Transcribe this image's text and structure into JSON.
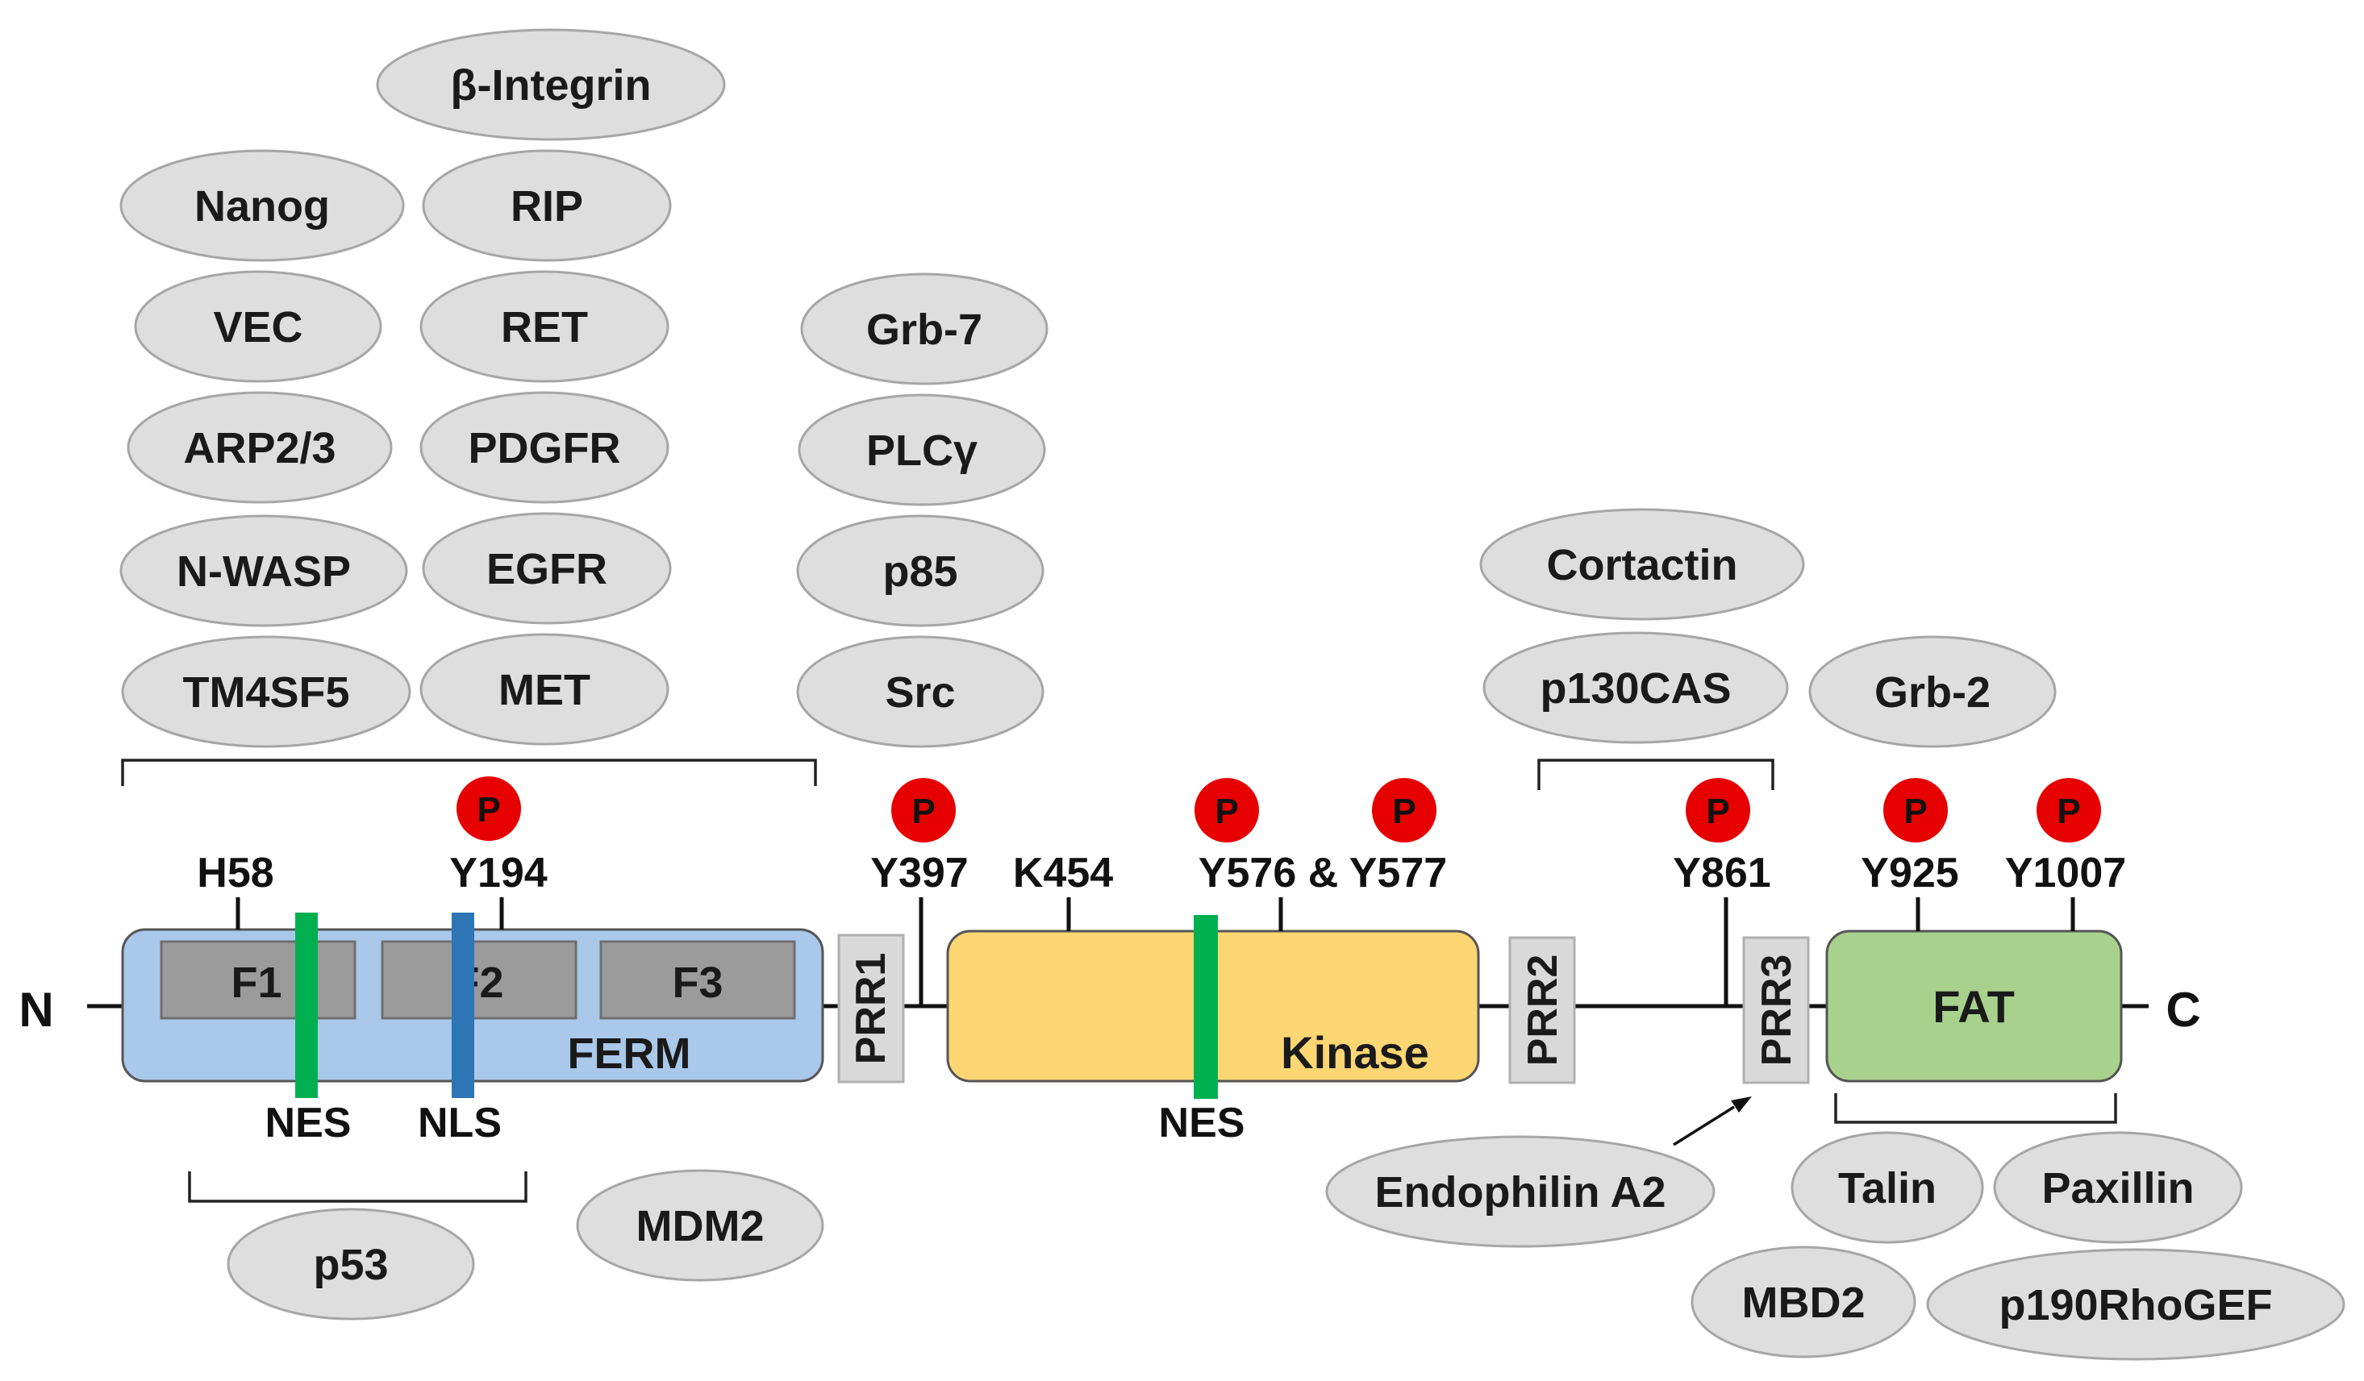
{
  "terminals": {
    "n": "N",
    "c": "C"
  },
  "domains": {
    "ferm": {
      "label": "FERM",
      "color": "#a9c8ea"
    },
    "f1": "F1",
    "f2": "F2",
    "f3": "F3",
    "kinase": {
      "label": "Kinase",
      "color": "#fcd672"
    },
    "fat": {
      "label": "FAT",
      "color": "#a9d18e"
    },
    "prr1": "PRR1",
    "prr2": "PRR2",
    "prr3": "PRR3"
  },
  "signals": {
    "nes_ferm": "NES",
    "nls": "NLS",
    "nes_kinase": "NES",
    "nes_color": "#00b050",
    "nls_color": "#2e75b6"
  },
  "sites": {
    "h58": "H58",
    "y194": "Y194",
    "y397": "Y397",
    "k454": "K454",
    "y576_577": "Y576 & Y577",
    "y861": "Y861",
    "y925": "Y925",
    "y1007": "Y1007"
  },
  "phospho_label": "P",
  "phospho_color": "#e60000",
  "binders": {
    "ferm_col1": [
      "Nanog",
      "VEC",
      "ARP2/3",
      "N-WASP",
      "TM4SF5"
    ],
    "ferm_col2": [
      "β-Integrin",
      "RIP",
      "RET",
      "PDGFR",
      "EGFR",
      "MET"
    ],
    "y397": [
      "Grb-7",
      "PLCγ",
      "p85",
      "Src"
    ],
    "prr2_3": [
      "Cortactin",
      "p130CAS"
    ],
    "y925": "Grb-2",
    "p53": "p53",
    "mdm2": "MDM2",
    "prr3": "Endophilin A2",
    "fat": [
      "Talin",
      "Paxillin",
      "MBD2",
      "p190RhoGEF"
    ]
  }
}
